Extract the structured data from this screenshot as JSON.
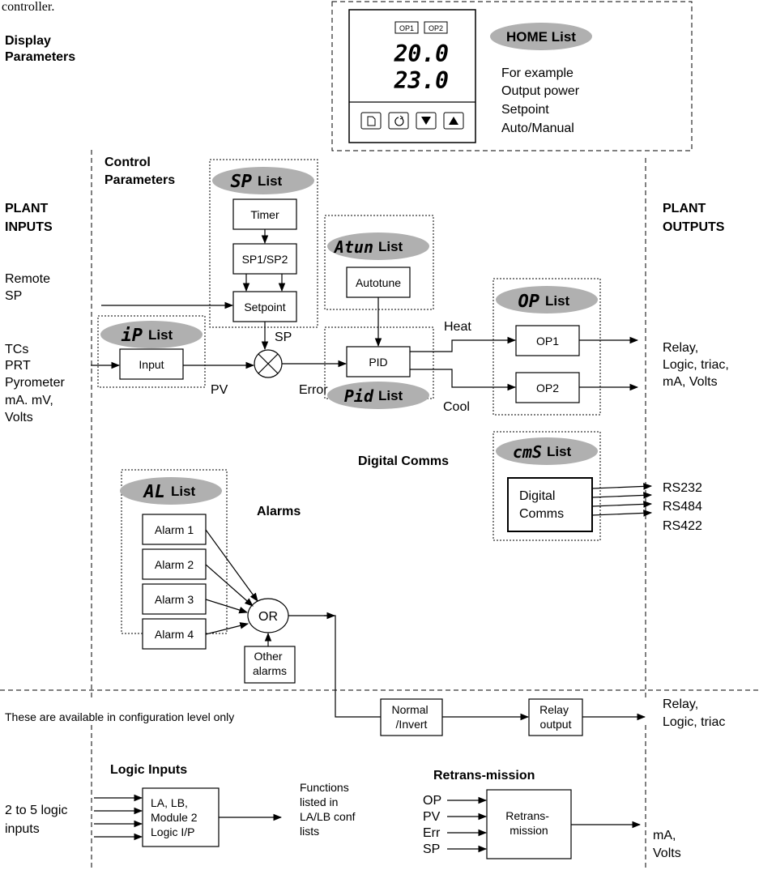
{
  "top_fragment": "controller.",
  "display_parameters": "Display\nParameters",
  "home_list": {
    "title": "HOME List",
    "op1": "OP1",
    "op2": "OP2",
    "value1": "20.0",
    "value2": "23.0",
    "example_lines": [
      "For example",
      "Output power",
      "Setpoint",
      "Auto/Manual"
    ]
  },
  "control_parameters": "Control\nParameters",
  "plant_inputs": "PLANT\nINPUTS",
  "plant_outputs": "PLANT\nOUTPUTS",
  "sp_list": {
    "code": "SP",
    "label": "List",
    "timer": "Timer",
    "sp12": "SP1/SP2",
    "setpoint": "Setpoint"
  },
  "atun_list": {
    "code": "Atun",
    "label": "List",
    "autotune": "Autotune"
  },
  "op_list": {
    "code": "OP",
    "label": "List",
    "op1": "OP1",
    "op2": "OP2"
  },
  "ip_list": {
    "code": "iP",
    "label": "List",
    "input": "Input"
  },
  "pid_list": {
    "code": "Pid",
    "label": "List",
    "pid": "PID"
  },
  "cms_list": {
    "code": "cmS",
    "label": "List",
    "comms": "Digital\nComms"
  },
  "al_list": {
    "code": "AL",
    "label": "List",
    "alarms": [
      "Alarm 1",
      "Alarm 2",
      "Alarm 3",
      "Alarm 4"
    ]
  },
  "labels": {
    "remote_sp": "Remote\nSP",
    "inputs_list": "TCs\nPRT\nPyrometer\nmA. mV,\nVolts",
    "sp": "SP",
    "pv": "PV",
    "error": "Error",
    "heat": "Heat",
    "cool": "Cool",
    "outputs1": "Relay,\nLogic, triac,\nmA, Volts",
    "digital_comms": "Digital Comms",
    "rs232": "RS232",
    "rs484": "RS484",
    "rs422": "RS422",
    "alarms": "Alarms",
    "or": "OR",
    "other_alarms": "Other\nalarms",
    "config_note": "These are available in configuration level only",
    "normal_invert": "Normal\n/Invert",
    "relay_output": "Relay\noutput",
    "outputs2": "Relay,\nLogic, triac",
    "logic_inputs": "Logic Inputs",
    "retrans_heading": "Retrans-mission",
    "logic_count": "2 to 5 logic\ninputs",
    "logic_box": "LA, LB,\nModule 2\nLogic I/P",
    "functions": "Functions\nlisted in\nLA/LB conf\nlists",
    "retrans_inputs": [
      "OP",
      "PV",
      "Err",
      "SP"
    ],
    "retrans_box": "Retrans-\nmission",
    "retrans_out": "mA,\nVolts"
  }
}
